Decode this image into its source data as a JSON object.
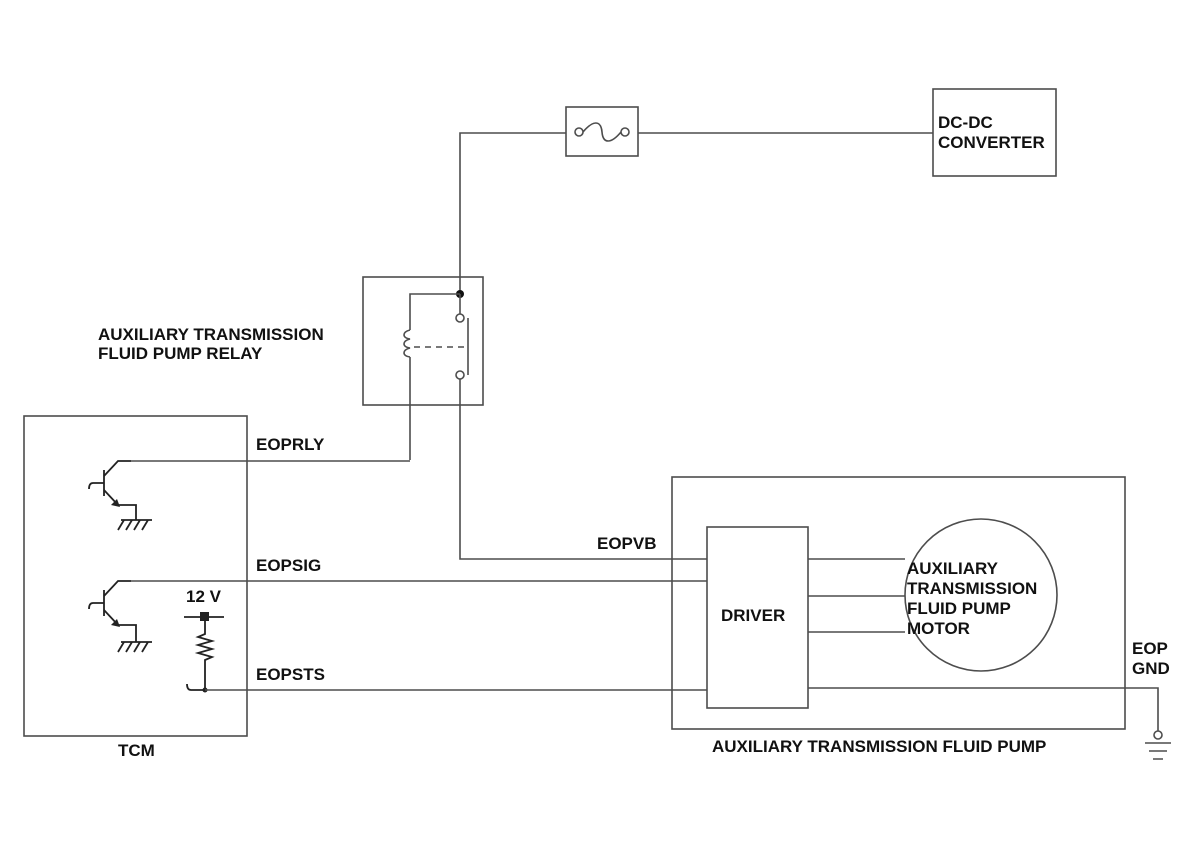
{
  "components": {
    "dcdc": {
      "line1": "DC-DC",
      "line2": "CONVERTER"
    },
    "relay": {
      "line1": "AUXILIARY TRANSMISSION",
      "line2": "FLUID PUMP RELAY"
    },
    "tcm": {
      "label": "TCM",
      "supply": "12 V"
    },
    "pump": {
      "label": "AUXILIARY TRANSMISSION FLUID PUMP",
      "driver": "DRIVER",
      "motor": [
        "AUXILIARY",
        "TRANSMISSION",
        "FLUID PUMP",
        "MOTOR"
      ]
    }
  },
  "signals": {
    "eoprly": "EOPRLY",
    "eopsig": "EOPSIG",
    "eopsts": "EOPSTS",
    "eopvb": "EOPVB",
    "eopgnd": [
      "EOP",
      "GND"
    ]
  }
}
